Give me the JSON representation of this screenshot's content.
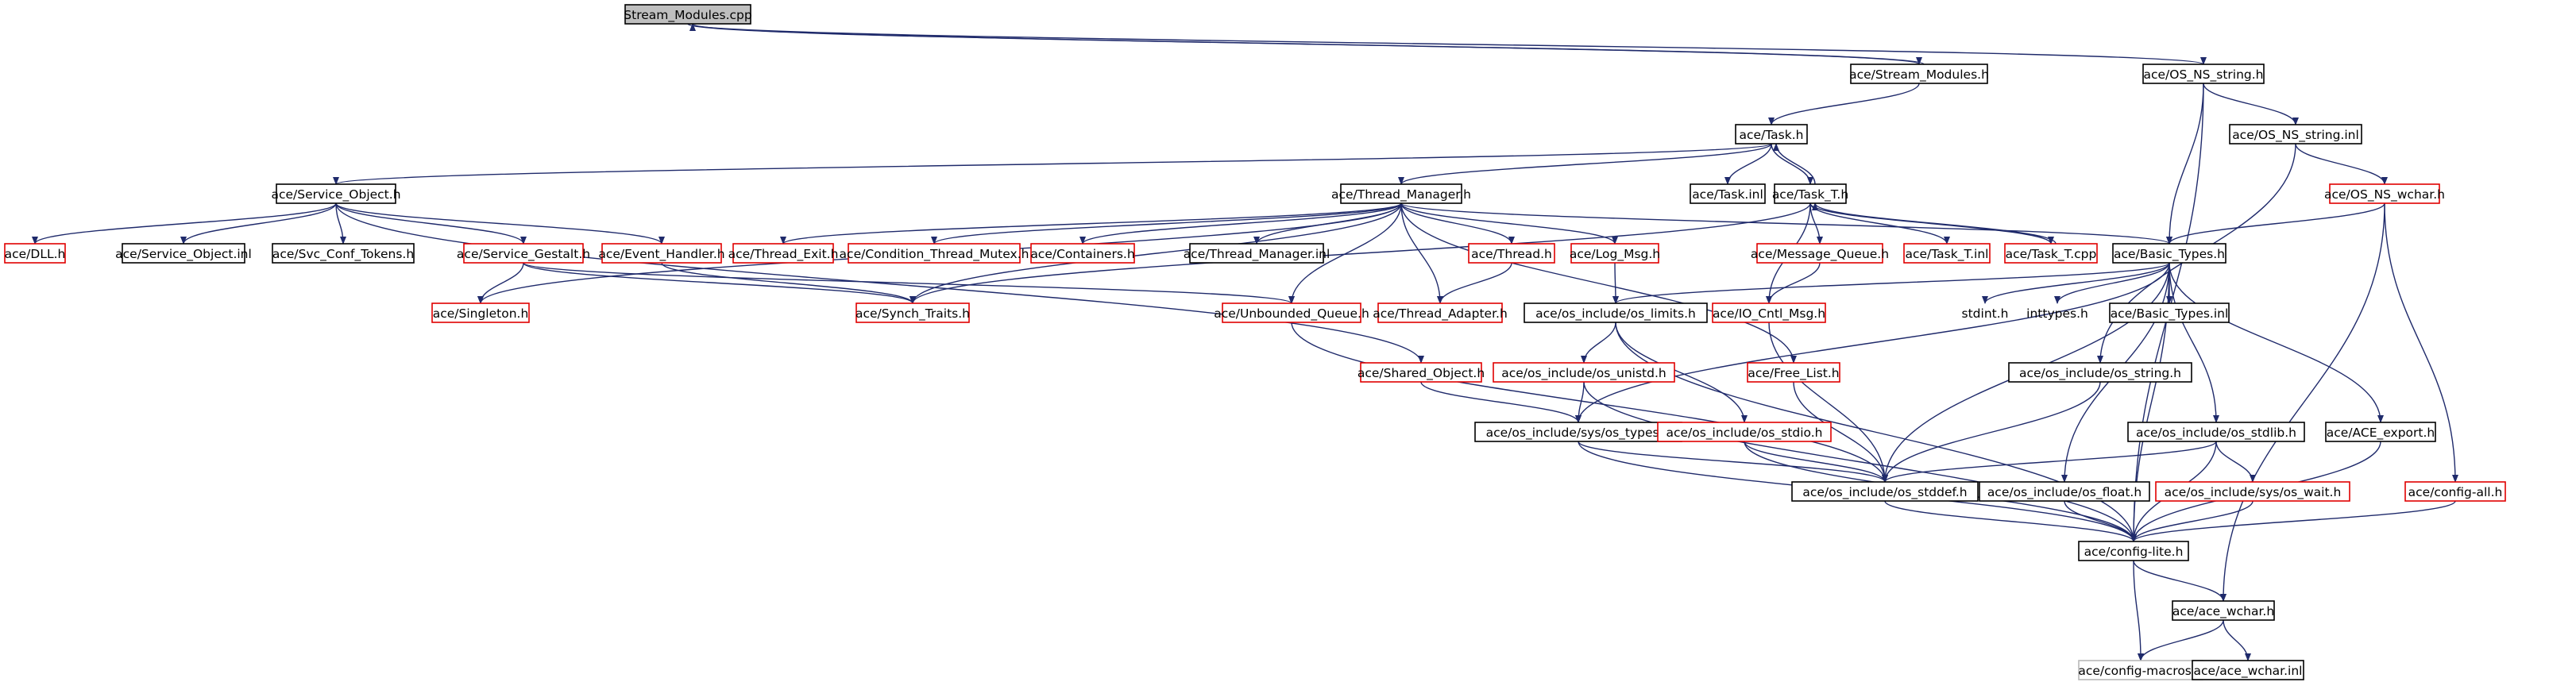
{
  "colors": {
    "edge": "#1f2a6b",
    "node_border_default": "#000000",
    "node_border_red": "#e00000",
    "node_border_gray": "#b8b8b8",
    "root_fill": "#bfbfbf"
  },
  "nodes": [
    {
      "id": "root",
      "label": "Stream_Modules.cpp",
      "style": "root"
    },
    {
      "id": "stream_modules_h",
      "label": "ace/Stream_Modules.h",
      "style": "black"
    },
    {
      "id": "os_ns_string_h",
      "label": "ace/OS_NS_string.h",
      "style": "black"
    },
    {
      "id": "task_h",
      "label": "ace/Task.h",
      "style": "black"
    },
    {
      "id": "os_ns_string_inl",
      "label": "ace/OS_NS_string.inl",
      "style": "black"
    },
    {
      "id": "service_object_h",
      "label": "ace/Service_Object.h",
      "style": "black"
    },
    {
      "id": "thread_manager_h",
      "label": "ace/Thread_Manager.h",
      "style": "black"
    },
    {
      "id": "task_inl",
      "label": "ace/Task.inl",
      "style": "black"
    },
    {
      "id": "task_t_h",
      "label": "ace/Task_T.h",
      "style": "black"
    },
    {
      "id": "os_ns_wchar_h",
      "label": "ace/OS_NS_wchar.h",
      "style": "red"
    },
    {
      "id": "dll_h",
      "label": "ace/DLL.h",
      "style": "red"
    },
    {
      "id": "service_object_inl",
      "label": "ace/Service_Object.inl",
      "style": "black"
    },
    {
      "id": "svc_conf_tokens_h",
      "label": "ace/Svc_Conf_Tokens.h",
      "style": "black"
    },
    {
      "id": "service_gestalt_h",
      "label": "ace/Service_Gestalt.h",
      "style": "red"
    },
    {
      "id": "event_handler_h",
      "label": "ace/Event_Handler.h",
      "style": "red"
    },
    {
      "id": "thread_exit_h",
      "label": "ace/Thread_Exit.h",
      "style": "red"
    },
    {
      "id": "condition_thread_mutex_h",
      "label": "ace/Condition_Thread_Mutex.h",
      "style": "red"
    },
    {
      "id": "containers_h",
      "label": "ace/Containers.h",
      "style": "red"
    },
    {
      "id": "thread_manager_inl",
      "label": "ace/Thread_Manager.inl",
      "style": "black"
    },
    {
      "id": "thread_h",
      "label": "ace/Thread.h",
      "style": "red"
    },
    {
      "id": "log_msg_h",
      "label": "ace/Log_Msg.h",
      "style": "red"
    },
    {
      "id": "message_queue_h",
      "label": "ace/Message_Queue.h",
      "style": "red"
    },
    {
      "id": "task_t_inl",
      "label": "ace/Task_T.inl",
      "style": "red"
    },
    {
      "id": "task_t_cpp",
      "label": "ace/Task_T.cpp",
      "style": "red"
    },
    {
      "id": "basic_types_h",
      "label": "ace/Basic_Types.h",
      "style": "black"
    },
    {
      "id": "singleton_h",
      "label": "ace/Singleton.h",
      "style": "red"
    },
    {
      "id": "synch_traits_h",
      "label": "ace/Synch_Traits.h",
      "style": "red"
    },
    {
      "id": "unbounded_queue_h",
      "label": "ace/Unbounded_Queue.h",
      "style": "red"
    },
    {
      "id": "thread_adapter_h",
      "label": "ace/Thread_Adapter.h",
      "style": "red"
    },
    {
      "id": "os_limits_h",
      "label": "ace/os_include/os_limits.h",
      "style": "black"
    },
    {
      "id": "io_cntl_msg_h",
      "label": "ace/IO_Cntl_Msg.h",
      "style": "red"
    },
    {
      "id": "stdint_h",
      "label": "stdint.h",
      "style": "none"
    },
    {
      "id": "inttypes_h",
      "label": "inttypes.h",
      "style": "none"
    },
    {
      "id": "basic_types_inl",
      "label": "ace/Basic_Types.inl",
      "style": "black"
    },
    {
      "id": "shared_object_h",
      "label": "ace/Shared_Object.h",
      "style": "red"
    },
    {
      "id": "os_unistd_h",
      "label": "ace/os_include/os_unistd.h",
      "style": "red"
    },
    {
      "id": "free_list_h",
      "label": "ace/Free_List.h",
      "style": "red"
    },
    {
      "id": "os_string_h",
      "label": "ace/os_include/os_string.h",
      "style": "black"
    },
    {
      "id": "sys_os_types_h",
      "label": "ace/os_include/sys/os_types.h",
      "style": "black"
    },
    {
      "id": "os_stdio_h",
      "label": "ace/os_include/os_stdio.h",
      "style": "red"
    },
    {
      "id": "os_stdlib_h",
      "label": "ace/os_include/os_stdlib.h",
      "style": "black"
    },
    {
      "id": "ace_export_h",
      "label": "ace/ACE_export.h",
      "style": "black"
    },
    {
      "id": "sys_os_wait_h",
      "label": "ace/os_include/sys/os_wait.h",
      "style": "red"
    },
    {
      "id": "os_stddef_h",
      "label": "ace/os_include/os_stddef.h",
      "style": "black"
    },
    {
      "id": "os_float_h",
      "label": "ace/os_include/os_float.h",
      "style": "black"
    },
    {
      "id": "config_all_h",
      "label": "ace/config-all.h",
      "style": "red"
    },
    {
      "id": "config_lite_h",
      "label": "ace/config-lite.h",
      "style": "black"
    },
    {
      "id": "ace_wchar_h",
      "label": "ace/ace_wchar.h",
      "style": "black"
    },
    {
      "id": "config_macros_h",
      "label": "ace/config-macros.h",
      "style": "gray"
    },
    {
      "id": "ace_wchar_inl",
      "label": "ace/ace_wchar.inl",
      "style": "black"
    }
  ],
  "edges": [
    [
      "root",
      "stream_modules_h"
    ],
    [
      "root",
      "os_ns_string_h"
    ],
    [
      "stream_modules_h",
      "root"
    ],
    [
      "stream_modules_h",
      "task_h"
    ],
    [
      "os_ns_string_h",
      "os_ns_string_inl"
    ],
    [
      "os_ns_string_h",
      "basic_types_h"
    ],
    [
      "os_ns_string_h",
      "config_lite_h"
    ],
    [
      "os_ns_string_inl",
      "os_ns_wchar_h"
    ],
    [
      "os_ns_string_inl",
      "os_string_h"
    ],
    [
      "os_ns_wchar_h",
      "basic_types_h"
    ],
    [
      "os_ns_wchar_h",
      "config_all_h"
    ],
    [
      "os_ns_wchar_h",
      "ace_wchar_h"
    ],
    [
      "task_h",
      "service_object_h"
    ],
    [
      "task_h",
      "thread_manager_h"
    ],
    [
      "task_h",
      "task_inl"
    ],
    [
      "task_h",
      "task_t_h"
    ],
    [
      "task_t_h",
      "task_h"
    ],
    [
      "task_t_h",
      "synch_traits_h"
    ],
    [
      "task_t_h",
      "message_queue_h"
    ],
    [
      "task_t_h",
      "task_t_inl"
    ],
    [
      "task_t_h",
      "task_t_cpp"
    ],
    [
      "task_t_h",
      "io_cntl_msg_h"
    ],
    [
      "task_t_cpp",
      "task_t_h"
    ],
    [
      "service_object_h",
      "dll_h"
    ],
    [
      "service_object_h",
      "service_object_inl"
    ],
    [
      "service_object_h",
      "svc_conf_tokens_h"
    ],
    [
      "service_object_h",
      "service_gestalt_h"
    ],
    [
      "service_object_h",
      "event_handler_h"
    ],
    [
      "service_object_h",
      "shared_object_h"
    ],
    [
      "service_gestalt_h",
      "singleton_h"
    ],
    [
      "service_gestalt_h",
      "synch_traits_h"
    ],
    [
      "service_gestalt_h",
      "unbounded_queue_h"
    ],
    [
      "event_handler_h",
      "synch_traits_h"
    ],
    [
      "thread_manager_h",
      "thread_exit_h"
    ],
    [
      "thread_manager_h",
      "condition_thread_mutex_h"
    ],
    [
      "thread_manager_h",
      "containers_h"
    ],
    [
      "thread_manager_h",
      "thread_manager_inl"
    ],
    [
      "thread_manager_h",
      "thread_h"
    ],
    [
      "thread_manager_h",
      "log_msg_h"
    ],
    [
      "thread_manager_h",
      "singleton_h"
    ],
    [
      "thread_manager_h",
      "synch_traits_h"
    ],
    [
      "thread_manager_h",
      "unbounded_queue_h"
    ],
    [
      "thread_manager_h",
      "thread_adapter_h"
    ],
    [
      "thread_manager_h",
      "free_list_h"
    ],
    [
      "thread_manager_h",
      "basic_types_h"
    ],
    [
      "thread_h",
      "thread_adapter_h"
    ],
    [
      "log_msg_h",
      "os_limits_h"
    ],
    [
      "message_queue_h",
      "io_cntl_msg_h"
    ],
    [
      "unbounded_queue_h",
      "os_stddef_h"
    ],
    [
      "basic_types_h",
      "stdint_h"
    ],
    [
      "basic_types_h",
      "inttypes_h"
    ],
    [
      "basic_types_h",
      "basic_types_inl"
    ],
    [
      "basic_types_h",
      "os_limits_h"
    ],
    [
      "basic_types_h",
      "sys_os_types_h"
    ],
    [
      "basic_types_h",
      "os_stddef_h"
    ],
    [
      "basic_types_h",
      "os_stdlib_h"
    ],
    [
      "basic_types_h",
      "ace_export_h"
    ],
    [
      "basic_types_h",
      "os_float_h"
    ],
    [
      "basic_types_h",
      "config_lite_h"
    ],
    [
      "os_limits_h",
      "os_unistd_h"
    ],
    [
      "os_limits_h",
      "os_stdio_h"
    ],
    [
      "os_limits_h",
      "config_lite_h"
    ],
    [
      "os_unistd_h",
      "sys_os_types_h"
    ],
    [
      "os_unistd_h",
      "config_lite_h"
    ],
    [
      "shared_object_h",
      "sys_os_types_h"
    ],
    [
      "free_list_h",
      "os_stddef_h"
    ],
    [
      "io_cntl_msg_h",
      "os_stddef_h"
    ],
    [
      "os_string_h",
      "os_stddef_h"
    ],
    [
      "sys_os_types_h",
      "os_stddef_h"
    ],
    [
      "sys_os_types_h",
      "config_lite_h"
    ],
    [
      "os_stdio_h",
      "os_stddef_h"
    ],
    [
      "os_stdio_h",
      "config_lite_h"
    ],
    [
      "os_stdlib_h",
      "os_stddef_h"
    ],
    [
      "os_stdlib_h",
      "sys_os_wait_h"
    ],
    [
      "os_stdlib_h",
      "config_lite_h"
    ],
    [
      "sys_os_wait_h",
      "config_lite_h"
    ],
    [
      "ace_export_h",
      "config_lite_h"
    ],
    [
      "config_all_h",
      "config_lite_h"
    ],
    [
      "os_stddef_h",
      "config_lite_h"
    ],
    [
      "os_float_h",
      "config_lite_h"
    ],
    [
      "config_lite_h",
      "config_macros_h"
    ],
    [
      "config_lite_h",
      "ace_wchar_h"
    ],
    [
      "ace_wchar_h",
      "config_macros_h"
    ],
    [
      "ace_wchar_h",
      "ace_wchar_inl"
    ]
  ]
}
